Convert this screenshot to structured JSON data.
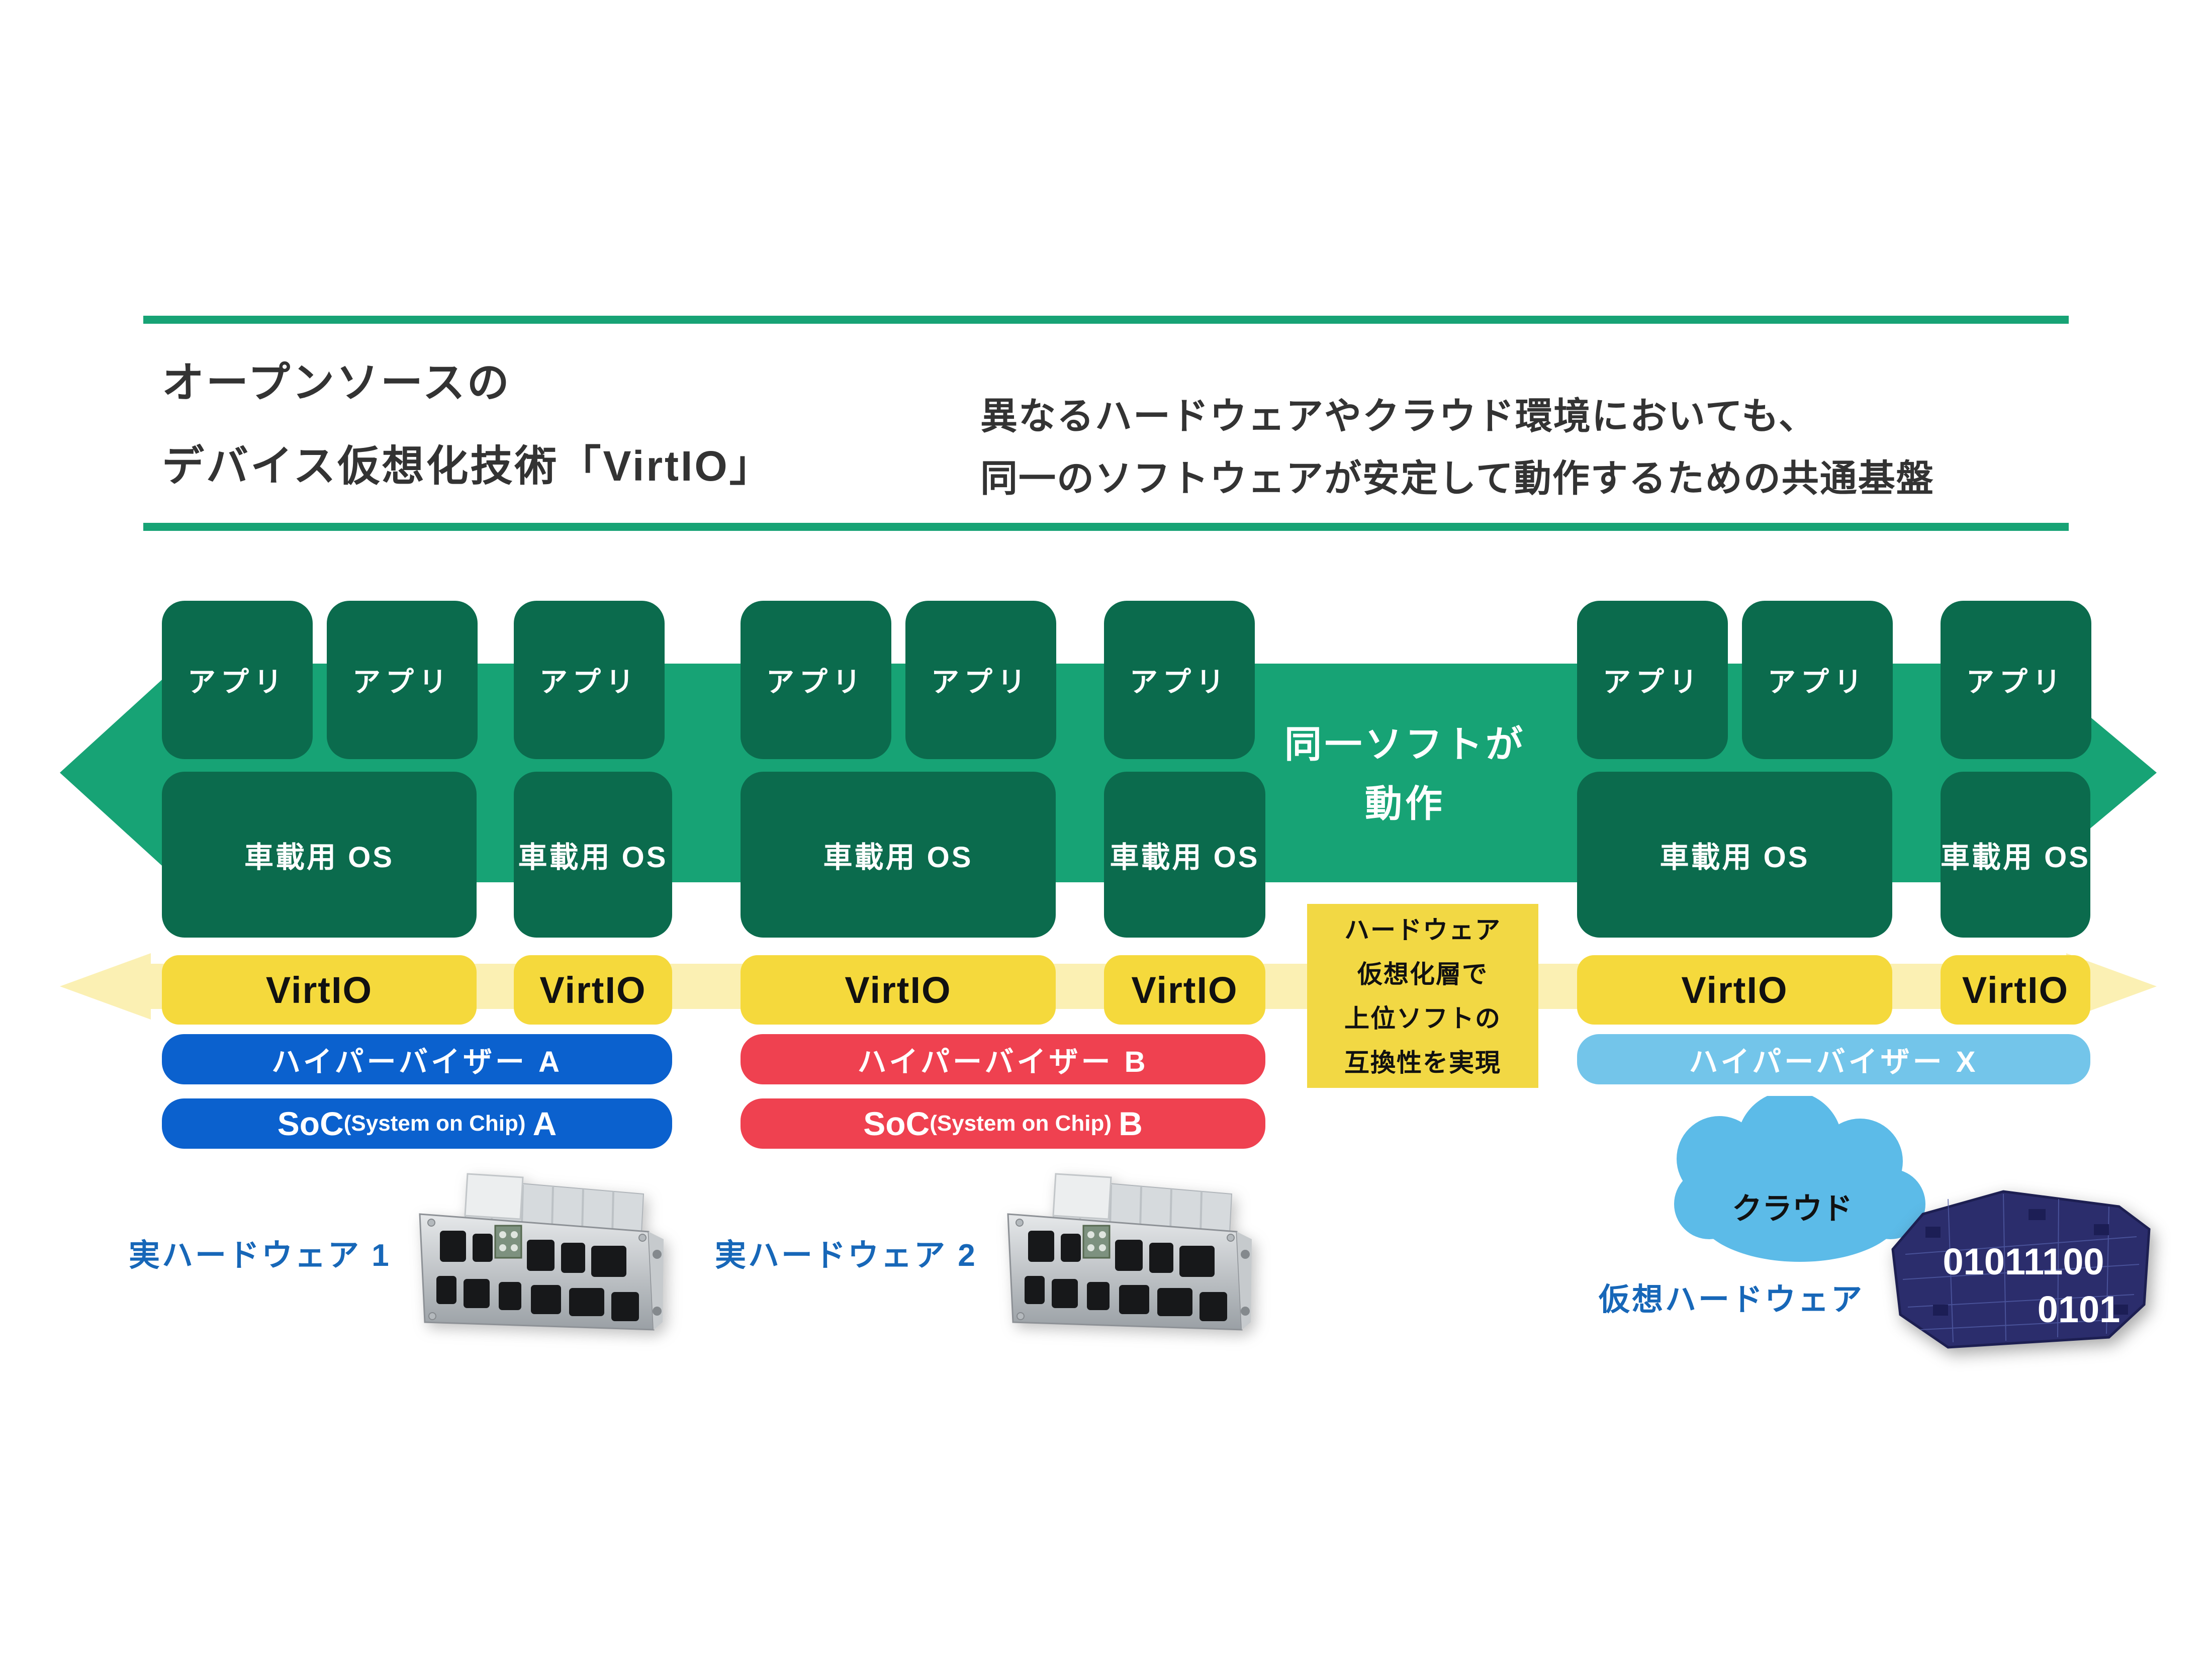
{
  "header": {
    "title": [
      "オープンソースの",
      "デバイス仮想化技術「VirtIO」"
    ],
    "description": [
      "異なるハードウェアやクラウド環境においても、",
      "同一のソフトウェアが安定して動作するための共通基盤"
    ]
  },
  "band": {
    "label": [
      "同一ソフトが",
      "動作"
    ]
  },
  "note": {
    "lines": [
      "ハードウェア",
      "仮想化層で",
      "上位ソフトの",
      "互換性を実現"
    ]
  },
  "stacks": [
    {
      "name": "real-hardware-A",
      "apps": [
        "アプリ",
        "アプリ",
        "アプリ"
      ],
      "os": [
        "車載用 OS",
        "車載用 OS"
      ],
      "virtio": [
        "VirtIO",
        "VirtIO"
      ],
      "hypervisor": "ハイパーバイザー A",
      "soc": {
        "main": "SoC",
        "paren": "(System on Chip)",
        "suffix": "A"
      },
      "hw_label": "実ハードウェア 1"
    },
    {
      "name": "real-hardware-B",
      "apps": [
        "アプリ",
        "アプリ",
        "アプリ"
      ],
      "os": [
        "車載用 OS",
        "車載用 OS"
      ],
      "virtio": [
        "VirtIO",
        "VirtIO"
      ],
      "hypervisor": "ハイパーバイザー B",
      "soc": {
        "main": "SoC",
        "paren": "(System on Chip)",
        "suffix": "B"
      },
      "hw_label": "実ハードウェア 2"
    },
    {
      "name": "virtual-hardware-X",
      "apps": [
        "アプリ",
        "アプリ",
        "アプリ"
      ],
      "os": [
        "車載用 OS",
        "車載用 OS"
      ],
      "virtio": [
        "VirtIO",
        "VirtIO"
      ],
      "hypervisor": "ハイパーバイザー X",
      "cloud_label": "クラウド",
      "hw_label": "仮想ハードウェア",
      "binary": [
        "01011100",
        "0101"
      ]
    }
  ],
  "colors": {
    "dark_green_box": "#0B6B4D",
    "green_band": "#17A375",
    "virtio_yellow": "#F5D93C",
    "pale_yellow_band": "#FBF0B3",
    "note_yellow": "#F2D844",
    "hypervisor_a_blue": "#0B61CE",
    "hypervisor_b_red": "#EF4150",
    "hypervisor_x_sky": "#73C5EA",
    "cloud_blue": "#5CBBE8",
    "hw_label_blue": "#1767B8",
    "chip_navy": "#2B2D6C"
  }
}
